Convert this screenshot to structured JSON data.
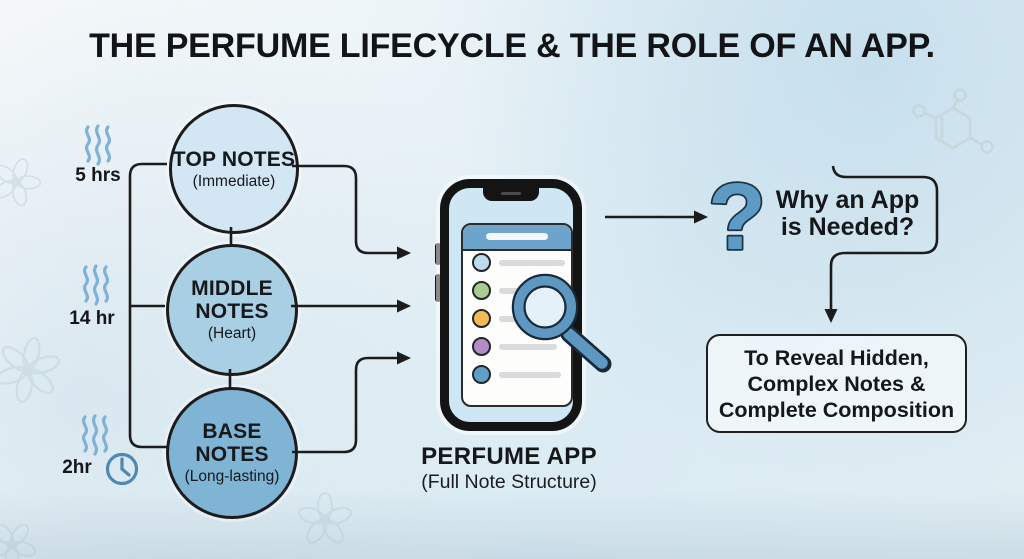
{
  "title": "THE PERFUME LIFECYCLE & THE ROLE OF AN APP.",
  "lifecycle": {
    "stages": [
      {
        "name": "TOP NOTES",
        "sub": "(Immediate)",
        "duration": "5 hrs",
        "fill": "#d3e6f3"
      },
      {
        "name": "MIDDLE NOTES",
        "sub": "(Heart)",
        "duration": "14 hr",
        "fill": "#a9cfe4"
      },
      {
        "name": "BASE NOTES",
        "sub": "(Long-lasting)",
        "duration": "2hr",
        "fill": "#7fb4d5"
      }
    ]
  },
  "phone": {
    "label": "PERFUME APP",
    "sublabel": "(Full Note Structure)",
    "dots": [
      "#bcdcee",
      "#a9cd90",
      "#f2bb55",
      "#b38cc6",
      "#5f9ec6"
    ]
  },
  "question": {
    "icon": "?",
    "line1": "Why an App",
    "line2": "is Needed?"
  },
  "answer": {
    "line1": "To Reveal Hidden,",
    "line2": "Complex Notes &",
    "line3": "Complete Composition"
  },
  "icons": {
    "steam": "scent-waves",
    "clock": "clock",
    "magnifier": "magnifying-glass",
    "question_mark": "question-mark"
  },
  "colors": {
    "accent_blue": "#5e97c0",
    "line_dark": "#1c1c1c",
    "screen_blue": "#cfe6f4",
    "header_blue": "#6ea3cb"
  }
}
